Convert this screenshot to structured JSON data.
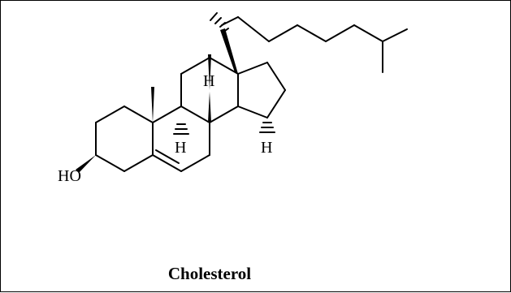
{
  "molecule": {
    "caption": "Cholesterol",
    "labels": {
      "hydroxyl": "HO",
      "h_top": "H",
      "h_left": "H",
      "h_right": "H"
    }
  }
}
